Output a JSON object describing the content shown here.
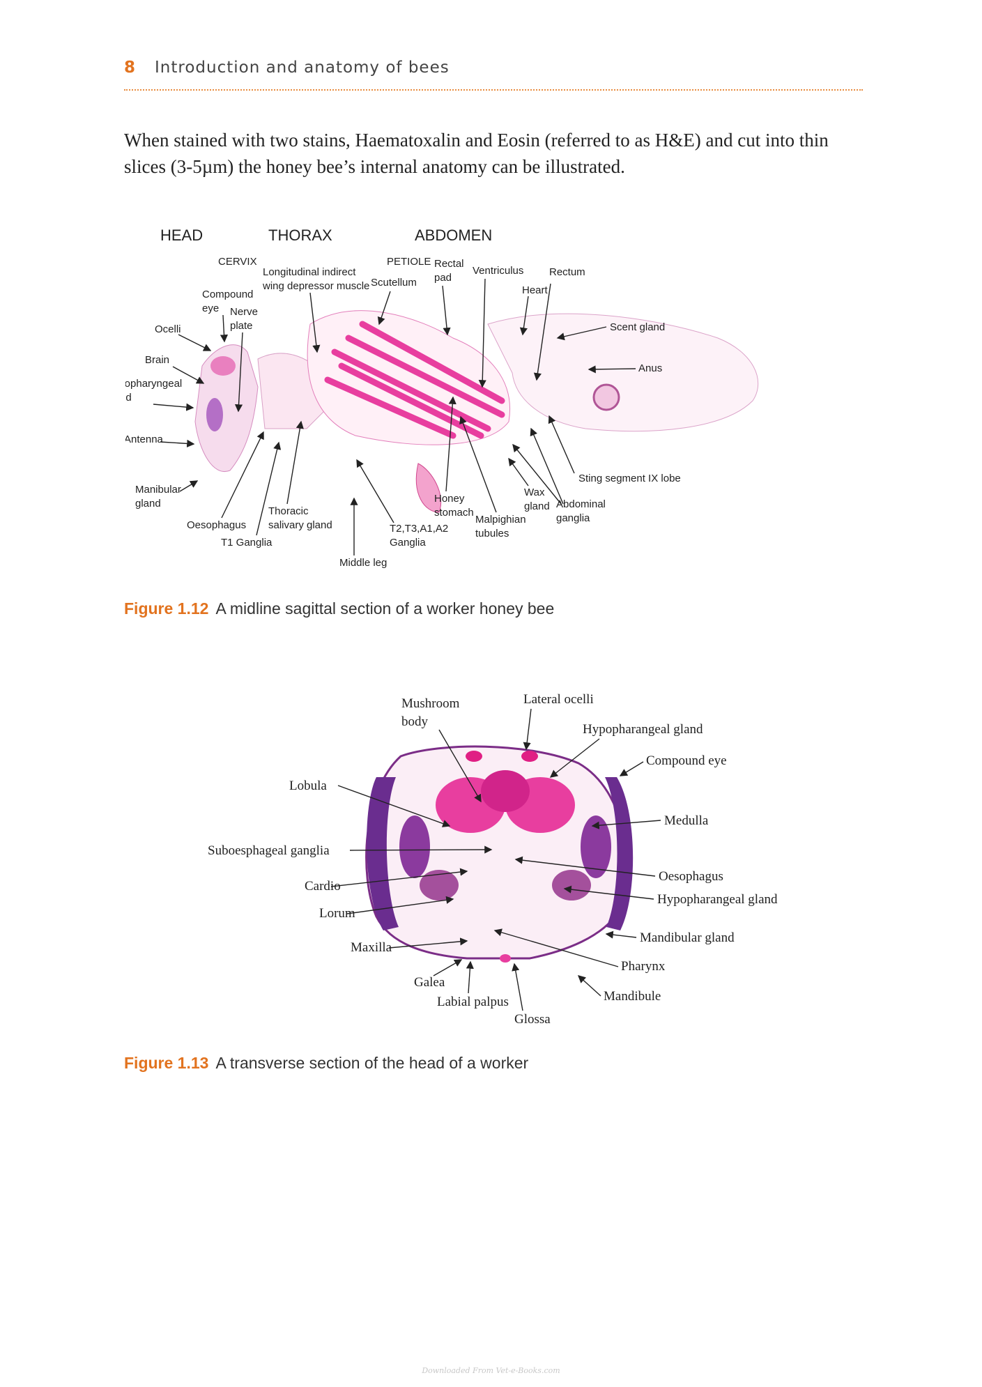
{
  "header": {
    "page_number": "8",
    "running_title": "Introduction and anatomy of bees"
  },
  "body_text": "When stained with two stains, Haematoxalin and Eosin (referred to as H&E) and cut into thin slices (3-5µm) the honey bee’s internal anatomy can be illustrated.",
  "figure_1_12": {
    "regions": [
      "HEAD",
      "THORAX",
      "ABDOMEN"
    ],
    "labels": {
      "cervix": "CERVIX",
      "petiole": "PETIOLE",
      "longitudinal_1": "Longitudinal indirect",
      "longitudinal_2": "wing depressor muscle",
      "scutellum": "Scutellum",
      "rectal_1": "Rectal",
      "rectal_2": "pad",
      "ventriculus": "Ventriculus",
      "rectum": "Rectum",
      "heart": "Heart",
      "compound_1": "Compound",
      "compound_2": "eye",
      "nerve_1": "Nerve",
      "nerve_2": "plate",
      "ocelli": "Ocelli",
      "brain": "Brain",
      "hypo_1": "Hypopharyngeal",
      "hypo_2": "gland",
      "antenna": "Antenna",
      "manib_1": "Manibular",
      "manib_2": "gland",
      "oesophagus": "Oesophagus",
      "t1": "T1 Ganglia",
      "thoracic_1": "Thoracic",
      "thoracic_2": "salivary gland",
      "t2_1": "T2,T3,A1,A2",
      "t2_2": "Ganglia",
      "middle_leg": "Middle leg",
      "honey_1": "Honey",
      "honey_2": "stomach",
      "malp_1": "Malpighian",
      "malp_2": "tubules",
      "wax_1": "Wax",
      "wax_2": "gland",
      "abd_1": "Abdominal",
      "abd_2": "ganglia",
      "scent": "Scent gland",
      "anus": "Anus",
      "sting": "Sting segment IX lobe"
    },
    "caption_number": "Figure 1.12",
    "caption_text": "A midline sagittal section of a worker honey bee"
  },
  "figure_1_13": {
    "labels": {
      "mush_1": "Mushroom",
      "mush_2": "body",
      "lateral_ocelli": "Lateral ocelli",
      "hypo_top": "Hypopharangeal gland",
      "compound_eye": "Compound eye",
      "lobula": "Lobula",
      "medulla": "Medulla",
      "subo": "Suboesphageal ganglia",
      "oesophagus": "Oesophagus",
      "cardio": "Cardio",
      "hypo_bottom": "Hypopharangeal gland",
      "lorum": "Lorum",
      "mandibular_gland": "Mandibular gland",
      "maxilla": "Maxilla",
      "pharynx": "Pharynx",
      "galea": "Galea",
      "mandibule": "Mandibule",
      "labial_palpus": "Labial palpus",
      "glossa": "Glossa"
    },
    "caption_number": "Figure 1.13",
    "caption_text": "A transverse section of the head of a worker"
  },
  "footer_note": "Downloaded From Vet-e-Books.com",
  "colors": {
    "accent": "#e2731f",
    "stain_pink": "#e83e9f",
    "stain_purple": "#6a2d8f"
  }
}
